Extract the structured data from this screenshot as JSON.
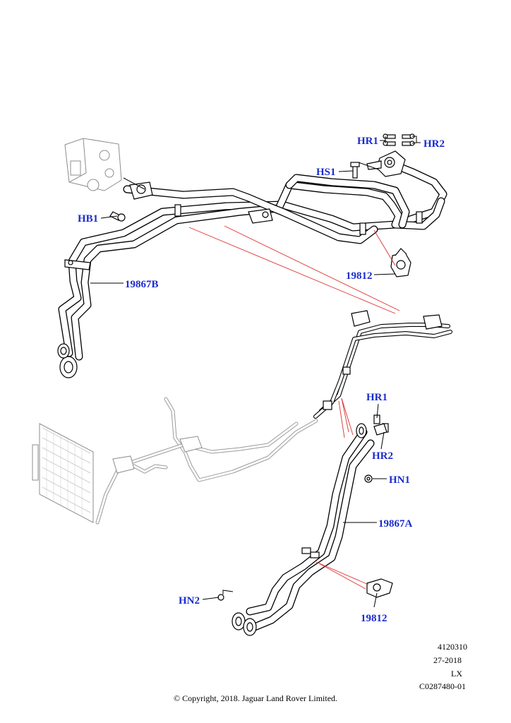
{
  "callouts": {
    "hr1_top": "HR1",
    "hr2_top": "HR2",
    "hs1": "HS1",
    "hb1": "HB1",
    "c19812_top": "19812",
    "c19867b": "19867B",
    "hr1_bottom": "HR1",
    "hr2_bottom": "HR2",
    "hn1": "HN1",
    "c19867a": "19867A",
    "hn2": "HN2",
    "c19812_bottom": "19812"
  },
  "info_block": {
    "line1": "4120310",
    "line2": "27-2018",
    "line3": "LX",
    "line4": "C0287480-01"
  },
  "copyright": "© Copyright, 2018. Jaguar Land Rover Limited.",
  "colors": {
    "callout": "#1a2ccf",
    "reference_line": "#e03030",
    "line_art": "#000000",
    "ghost_art": "#8c8c8c"
  }
}
